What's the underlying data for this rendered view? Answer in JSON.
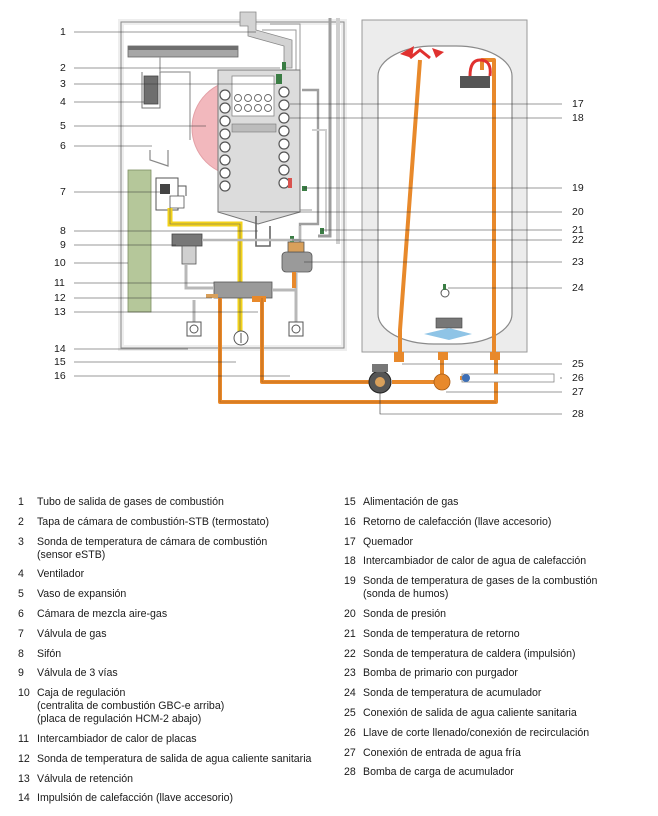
{
  "diagram": {
    "callouts_left": [
      "1",
      "2",
      "3",
      "4",
      "5",
      "6",
      "7",
      "8",
      "9",
      "10",
      "11",
      "12",
      "13",
      "14",
      "15",
      "16"
    ],
    "callouts_right": [
      "17",
      "18",
      "19",
      "20",
      "21",
      "22",
      "23",
      "24",
      "25",
      "26",
      "27",
      "28"
    ]
  },
  "legend": {
    "left": [
      {
        "num": "1",
        "lines": [
          "Tubo de salida de gases de combustión"
        ]
      },
      {
        "num": "2",
        "lines": [
          "Tapa de cámara de combustión-STB (termostato)"
        ]
      },
      {
        "num": "3",
        "lines": [
          "Sonda de temperatura de cámara de combustión",
          "(sensor eSTB)"
        ]
      },
      {
        "num": "4",
        "lines": [
          "Ventilador"
        ]
      },
      {
        "num": "5",
        "lines": [
          "Vaso de expansión"
        ]
      },
      {
        "num": "6",
        "lines": [
          "Cámara de mezcla aire-gas"
        ]
      },
      {
        "num": "7",
        "lines": [
          "Válvula de gas"
        ]
      },
      {
        "num": "8",
        "lines": [
          "Sifón"
        ]
      },
      {
        "num": "9",
        "lines": [
          "Válvula de 3 vías"
        ]
      },
      {
        "num": "10",
        "lines": [
          "Caja de regulación",
          "(centralita de combustión GBC-e arriba)",
          "(placa de regulación HCM-2 abajo)"
        ]
      },
      {
        "num": "11",
        "lines": [
          "Intercambiador de calor de placas"
        ]
      },
      {
        "num": "12",
        "lines": [
          "Sonda de temperatura de salida de agua caliente sanitaria"
        ]
      },
      {
        "num": "13",
        "lines": [
          "Válvula de retención"
        ]
      },
      {
        "num": "14",
        "lines": [
          "Impulsión de calefacción (llave accesorio)"
        ]
      }
    ],
    "right": [
      {
        "num": "15",
        "lines": [
          "Alimentación de gas"
        ]
      },
      {
        "num": "16",
        "lines": [
          "Retorno de calefacción (llave accesorio)"
        ]
      },
      {
        "num": "17",
        "lines": [
          "Quemador"
        ]
      },
      {
        "num": "18",
        "lines": [
          "Intercambiador de calor de agua de calefacción"
        ]
      },
      {
        "num": "19",
        "lines": [
          "Sonda de temperatura de gases de la combustión",
          "(sonda de humos)"
        ]
      },
      {
        "num": "20",
        "lines": [
          "Sonda de presión"
        ]
      },
      {
        "num": "21",
        "lines": [
          "Sonda de temperatura de retorno"
        ]
      },
      {
        "num": "22",
        "lines": [
          "Sonda de temperatura de caldera (impulsión)"
        ]
      },
      {
        "num": "23",
        "lines": [
          "Bomba de primario con purgador"
        ]
      },
      {
        "num": "24",
        "lines": [
          "Sonda de temperatura de acumulador"
        ]
      },
      {
        "num": "25",
        "lines": [
          "Conexión de salida de agua caliente sanitaria"
        ]
      },
      {
        "num": "26",
        "lines": [
          "Llave de corte llenado/conexión de recirculación"
        ]
      },
      {
        "num": "27",
        "lines": [
          "Conexión de entrada de agua fría"
        ]
      },
      {
        "num": "28",
        "lines": [
          "Bomba de carga de acumulador"
        ]
      }
    ]
  },
  "colors": {
    "hot_pipe": "#e8892b",
    "gas_pipe": "#f2d21a",
    "flue_pipe": "#c8c8c8",
    "vessel": "#f2b8bd",
    "control_box": "#b5c79a",
    "heat_arrow": "#e0312f",
    "tank_fill": "#eeeeee"
  }
}
